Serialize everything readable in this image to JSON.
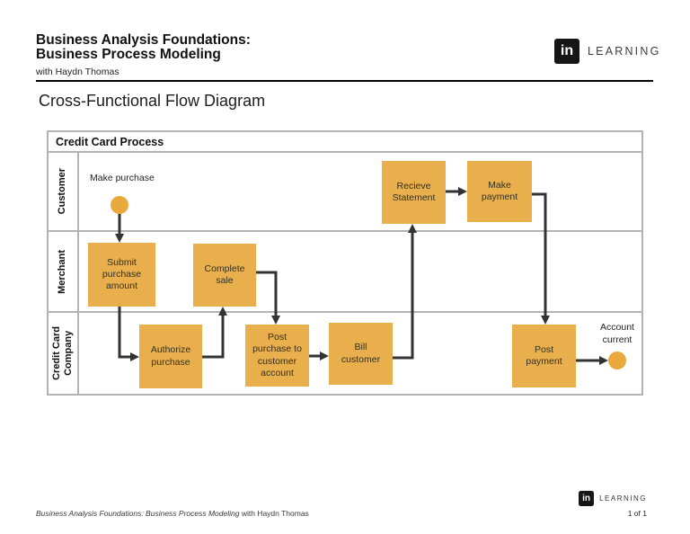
{
  "header": {
    "course_title_line1": "Business Analysis Foundations:",
    "course_title_line2": "Business Process Modeling",
    "author": "with Haydn Thomas",
    "brand_logo": "in",
    "brand_wordmark": "LEARNING"
  },
  "page_title": "Cross-Functional Flow Diagram",
  "diagram": {
    "title": "Credit Card Process",
    "lanes": {
      "customer": "Customer",
      "merchant": "Merchant",
      "credit_card_company": "Credit Card\nCompany"
    },
    "nodes": {
      "start_label": "Make purchase",
      "submit": "Submit\npurchase\namount",
      "complete": "Complete\nsale",
      "authorize": "Authorize\npurchase",
      "post_purchase": "Post\npurchase to\ncustomer\naccount",
      "bill": "Bill\ncustomer",
      "receive": "Recieve\nStatement",
      "make_payment": "Make\npayment",
      "post_payment": "Post\npayment",
      "end_label": "Account\ncurrent"
    },
    "node_lanes": {
      "start": "customer",
      "submit": "merchant",
      "complete": "merchant",
      "authorize": "credit_card_company",
      "post_purchase": "credit_card_company",
      "bill": "credit_card_company",
      "receive": "customer",
      "make_payment": "customer",
      "post_payment": "credit_card_company",
      "end": "credit_card_company"
    },
    "edges": [
      {
        "from": "start",
        "to": "submit"
      },
      {
        "from": "submit",
        "to": "authorize"
      },
      {
        "from": "authorize",
        "to": "complete"
      },
      {
        "from": "complete",
        "to": "post_purchase"
      },
      {
        "from": "post_purchase",
        "to": "bill"
      },
      {
        "from": "bill",
        "to": "receive"
      },
      {
        "from": "receive",
        "to": "make_payment"
      },
      {
        "from": "make_payment",
        "to": "post_payment"
      },
      {
        "from": "post_payment",
        "to": "end"
      }
    ]
  },
  "footer": {
    "course_ref_italic": "Business Analysis Foundations: Business Process Modeling",
    "course_ref_rest": " with Haydn Thomas",
    "brand_logo": "in",
    "brand_wordmark": "LEARNING",
    "page_number": "1 of 1"
  },
  "colors": {
    "node_fill": "#E9AF4C",
    "terminator_fill": "#EAA93C",
    "arrow": "#333333",
    "grid": "#B3B3B3",
    "header_rule": "#000000"
  }
}
